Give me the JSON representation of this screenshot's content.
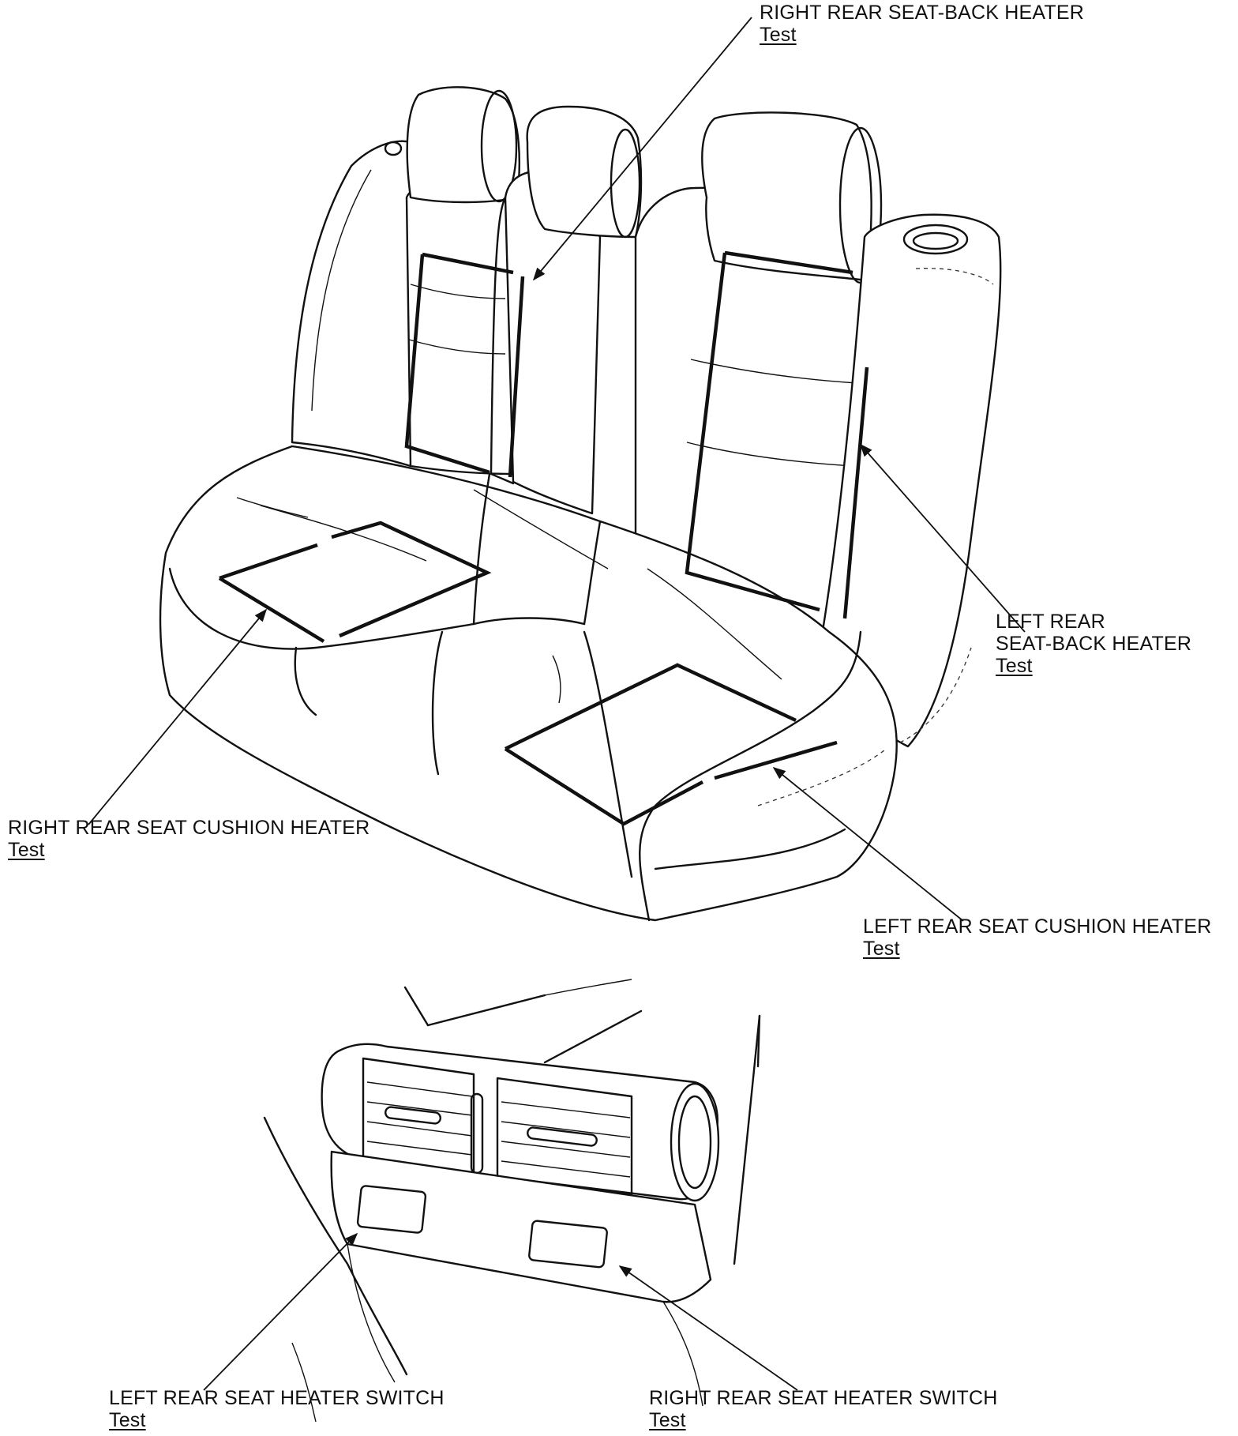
{
  "callouts": {
    "right_seatback": {
      "lines": [
        "RIGHT REAR SEAT-BACK HEATER"
      ],
      "link": "Test"
    },
    "left_seatback": {
      "lines": [
        "LEFT REAR",
        "SEAT-BACK HEATER"
      ],
      "link": "Test"
    },
    "right_cushion": {
      "lines": [
        "RIGHT REAR SEAT CUSHION HEATER"
      ],
      "link": "Test"
    },
    "left_cushion": {
      "lines": [
        "LEFT REAR SEAT CUSHION HEATER"
      ],
      "link": "Test"
    },
    "left_switch": {
      "lines": [
        "LEFT REAR SEAT HEATER SWITCH"
      ],
      "link": "Test"
    },
    "right_switch": {
      "lines": [
        "RIGHT REAR SEAT HEATER SWITCH"
      ],
      "link": "Test"
    }
  }
}
